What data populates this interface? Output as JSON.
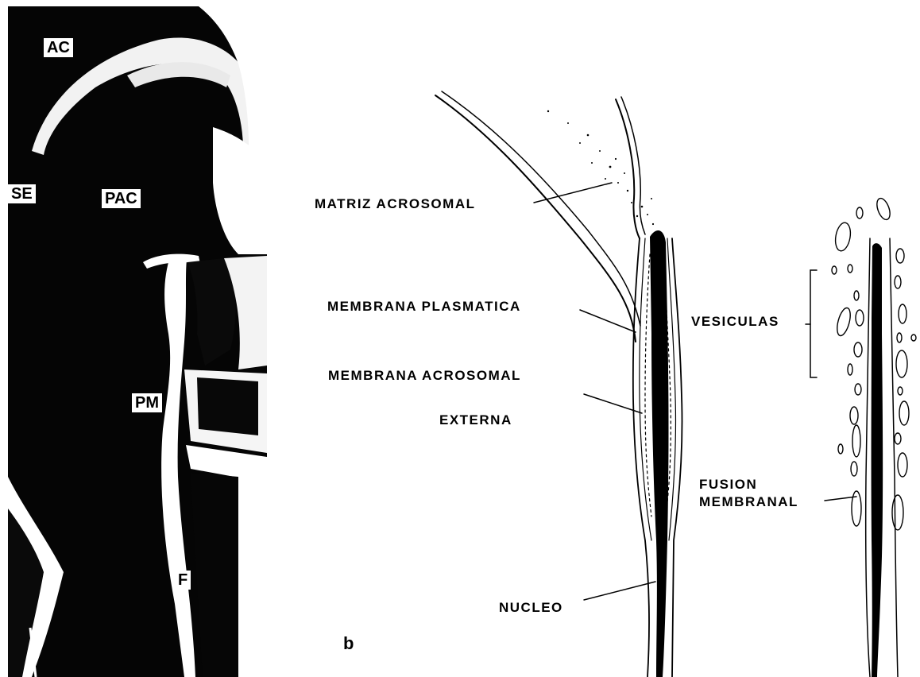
{
  "micrograph": {
    "labels": {
      "ac": "AC",
      "se": "SE",
      "pac": "PAC",
      "pm": "PM",
      "f": "F"
    }
  },
  "diagram": {
    "panel_letter": "b",
    "labels": {
      "matriz_acrosomal": "MATRIZ ACROSOMAL",
      "membrana_plasmatica": "MEMBRANA PLASMATICA",
      "membrana_acrosomal_line1": "MEMBRANA ACROSOMAL",
      "membrana_acrosomal_line2": "EXTERNA",
      "nucleo": "NUCLEO",
      "vesiculas": "VESICULAS",
      "fusion_line1": "FUSION",
      "fusion_line2": "MEMBRANAL"
    }
  }
}
